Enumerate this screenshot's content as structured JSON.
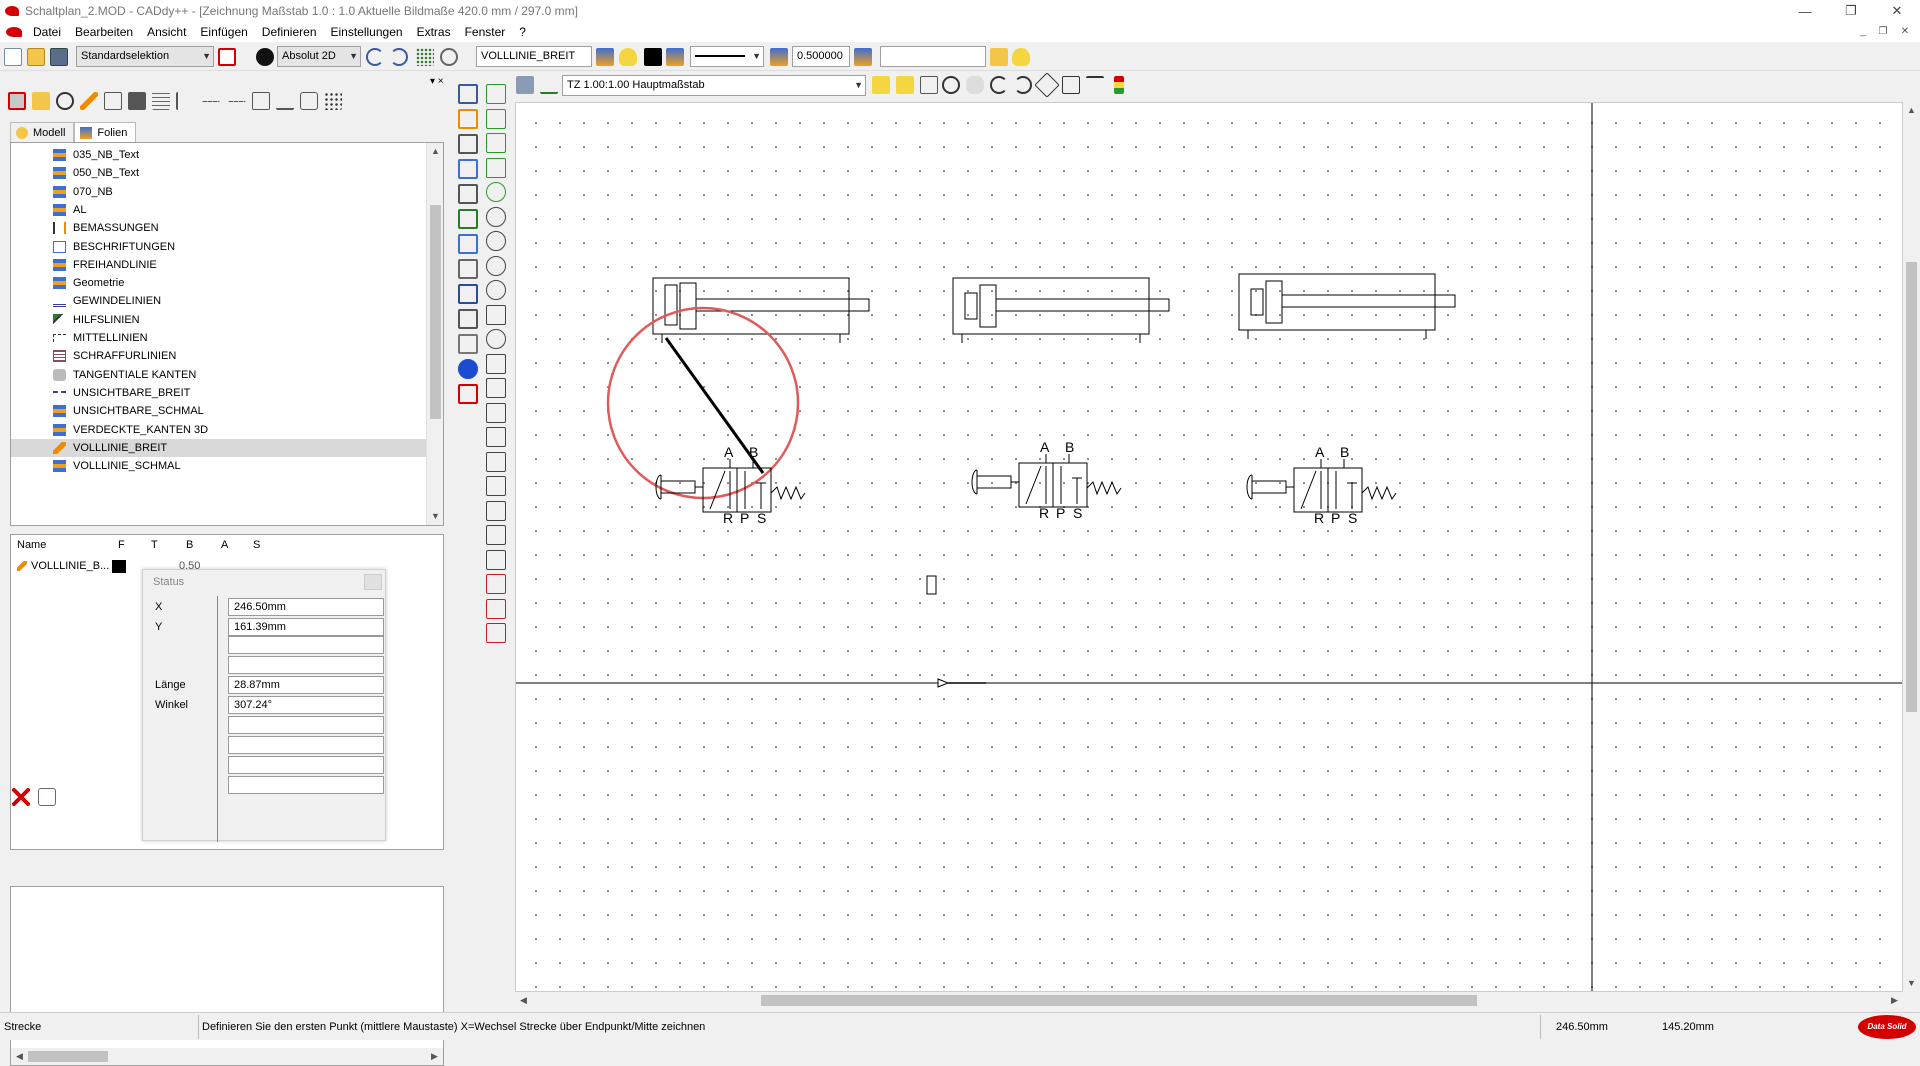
{
  "titlebar": {
    "title": "Schaltplan_2.MOD  -  CADdy++ - [Zeichnung   Maßstab 1.0 : 1.0   Aktuelle Bildmaße 420.0 mm / 297.0 mm]",
    "minimize": "—",
    "restore": "❐",
    "close": "✕"
  },
  "menu": {
    "items": [
      "Datei",
      "Bearbeiten",
      "Ansicht",
      "Einfügen",
      "Definieren",
      "Einstellungen",
      "Extras",
      "Fenster",
      "?"
    ],
    "mdi_min": "_",
    "mdi_restore": "❐",
    "mdi_close": "✕"
  },
  "toolbar": {
    "selection_mode": "Standardselektion",
    "coord_mode": "Absolut 2D",
    "layer": "VOLLLINIE_BREIT",
    "line_width": "0.500000",
    "blank_field": "",
    "scale_combo": "TZ 1.00:1.00 Hauptmaßstab"
  },
  "left_panel": {
    "tabs": [
      "Modell",
      "Folien"
    ],
    "layers": [
      {
        "name": "035_NB_Text",
        "icon": "layer-stack-icon"
      },
      {
        "name": "050_NB_Text",
        "icon": "layer-stack-icon"
      },
      {
        "name": "070_NB",
        "icon": "layer-stack-icon"
      },
      {
        "name": "AL",
        "icon": "layer-stack-icon"
      },
      {
        "name": "BEMASSUNGEN",
        "icon": "dimension-icon"
      },
      {
        "name": "BESCHRIFTUNGEN",
        "icon": "text-label-icon"
      },
      {
        "name": "FREIHANDLINIE",
        "icon": "layer-stack-icon"
      },
      {
        "name": "Geometrie",
        "icon": "layer-stack-icon"
      },
      {
        "name": "GEWINDELINIEN",
        "icon": "thread-line-icon"
      },
      {
        "name": "HILFSLINIEN",
        "icon": "helper-line-icon"
      },
      {
        "name": "MITTELLINIEN",
        "icon": "center-line-icon"
      },
      {
        "name": "SCHRAFFURLINIEN",
        "icon": "hatch-icon"
      },
      {
        "name": "TANGENTIALE KANTEN",
        "icon": "tangent-edge-icon"
      },
      {
        "name": "UNSICHTBARE_BREIT",
        "icon": "dashed-line-icon"
      },
      {
        "name": "UNSICHTBARE_SCHMAL",
        "icon": "layer-stack-icon"
      },
      {
        "name": "VERDECKTE_KANTEN 3D",
        "icon": "layer-stack-icon"
      },
      {
        "name": "VOLLLINIE_BREIT",
        "icon": "pencil-icon"
      },
      {
        "name": "VOLLLINIE_SCHMAL",
        "icon": "layer-stack-icon"
      }
    ],
    "selected_layer_index": 16,
    "table_headers": [
      "Name",
      "F",
      "T",
      "B",
      "A",
      "S"
    ],
    "table_row_name": "VOLLLINIE_B...",
    "table_row_b": "0.50"
  },
  "status_popup": {
    "title": "Status",
    "rows": [
      {
        "label": "X",
        "value": "246.50mm"
      },
      {
        "label": "Y",
        "value": "161.39mm"
      },
      {
        "label": "",
        "value": ""
      },
      {
        "label": "",
        "value": ""
      },
      {
        "label": "Länge",
        "value": "28.87mm"
      },
      {
        "label": "Winkel",
        "value": "307.24°"
      },
      {
        "label": "",
        "value": ""
      },
      {
        "label": "",
        "value": ""
      },
      {
        "label": "",
        "value": ""
      },
      {
        "label": "",
        "value": ""
      }
    ]
  },
  "drawing": {
    "valve_ports_top": [
      "A",
      "B"
    ],
    "valve_ports_bottom": [
      "R",
      "P",
      "S"
    ],
    "highlight_color": "#e05a5a"
  },
  "statusbar": {
    "command": "Strecke",
    "hint": "Definieren Sie den ersten Punkt (mittlere Maustaste) X=Wechsel Strecke über Endpunkt/Mitte zeichnen",
    "x_coord": "246.50mm",
    "y_coord": "145.20mm",
    "logo_text": "Data Solid"
  },
  "colors": {
    "accent_red": "#d40000",
    "selection": "#d9d9d9"
  }
}
